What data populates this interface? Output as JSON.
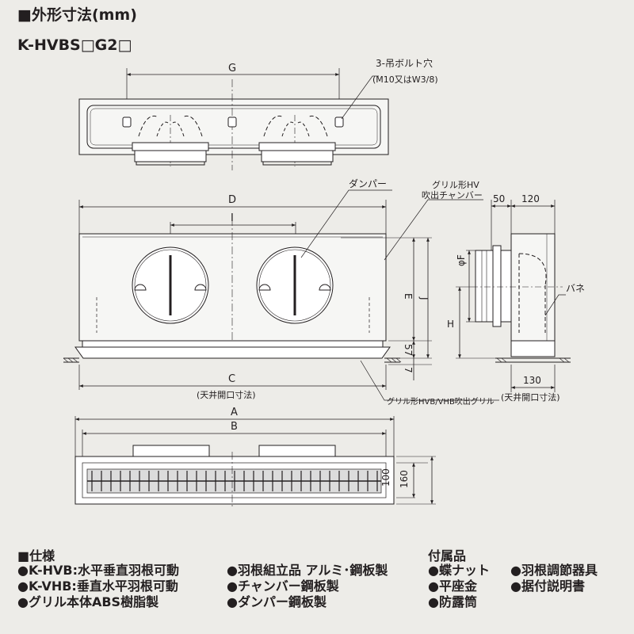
{
  "title": "■外形寸法(mm)",
  "model": "K-HVBS□G2□",
  "top_view": {
    "dim_g": "G",
    "bolt_hole_label": "3-吊ボルト穴",
    "bolt_hole_spec": "(M10又はW3/8)"
  },
  "front_view": {
    "dim_d": "D",
    "dim_i": "I",
    "dim_e": "E",
    "dim_j": "J",
    "dim_57": "57",
    "dim_7": "7",
    "dim_c": "C",
    "ceiling_opening": "(天井開口寸法)",
    "damper_label": "ダンパー",
    "chamber_label_1": "グリル形HV",
    "chamber_label_2": "吹出チャンバー",
    "grille_label": "グリル形HVB/VHB吹出グリル"
  },
  "side_view": {
    "dim_50": "50",
    "dim_120": "120",
    "dim_phi_f": "φF",
    "dim_h": "H",
    "spring_label": "バネ",
    "dim_130": "130",
    "ceiling_opening": "(天井開口寸法)"
  },
  "bottom_view": {
    "dim_a": "A",
    "dim_b": "B",
    "dim_100": "100",
    "dim_160": "160"
  },
  "spec": {
    "heading": "■仕様",
    "items": [
      "●K-HVB:水平垂直羽根可動",
      "●K-VHB:垂直水平羽根可動",
      "●グリル本体ABS樹脂製"
    ],
    "items2": [
      "●羽根組立品 アルミ･鋼板製",
      "●チャンバー鋼板製",
      "●ダンパー鋼板製"
    ]
  },
  "accessories": {
    "heading": "付属品",
    "items": [
      "●蝶ナット",
      "●平座金",
      "●防露筒"
    ],
    "items2": [
      "●羽根調節器具",
      "●据付説明書"
    ]
  }
}
